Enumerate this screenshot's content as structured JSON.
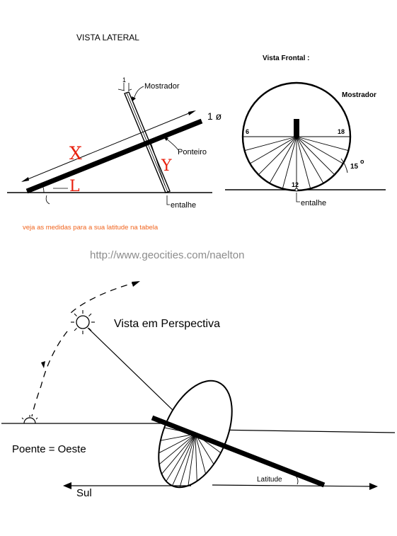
{
  "side_view": {
    "title": "VISTA LATERAL",
    "mostrador": "Mostrador",
    "thickness": "1",
    "diameter": "1 ø",
    "x_label": "X",
    "y_label": "Y",
    "l_label": "L",
    "ponteiro": "Ponteiro",
    "entalhe": "entalhe"
  },
  "front_view": {
    "title": "Vista Frontal :",
    "mostrador": "Mostrador",
    "left_hour": "6",
    "right_hour": "18",
    "bottom_hour": "12",
    "angle": "15",
    "angle_unit": "o",
    "entalhe": "entalhe"
  },
  "note": "veja as medidas para a sua latitude na tabela",
  "url": "http://www.geocities.com/naelton",
  "perspective": {
    "title": "Vista em Perspectiva",
    "west": "Poente = Oeste",
    "south": "Sul",
    "latitude": "Latitude"
  },
  "colors": {
    "ink": "#000000",
    "accent_red": "#e8210f",
    "note_orange": "#f0641e",
    "url_gray": "#8c8c8c"
  }
}
